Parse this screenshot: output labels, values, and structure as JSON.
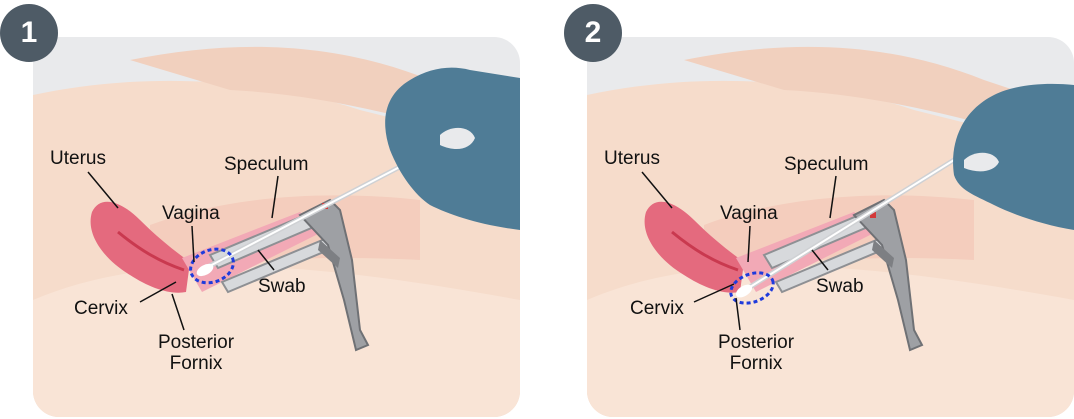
{
  "panels": [
    {
      "number": "1",
      "labels": {
        "uterus": "Uterus",
        "vagina": "Vagina",
        "speculum": "Speculum",
        "swab": "Swab",
        "cervix": "Cervix",
        "posterior_fornix_line1": "Posterior",
        "posterior_fornix_line2": "Fornix"
      },
      "swab_tip_location": "vagina"
    },
    {
      "number": "2",
      "labels": {
        "uterus": "Uterus",
        "vagina": "Vagina",
        "speculum": "Speculum",
        "swab": "Swab",
        "cervix": "Cervix",
        "posterior_fornix_line1": "Posterior",
        "posterior_fornix_line2": "Fornix"
      },
      "swab_tip_location": "posterior fornix"
    }
  ],
  "colors": {
    "panel_bg": "#e9eaec",
    "skin": "#f6dccb",
    "uterus": "#e46a7e",
    "vagina": "#f2a9b6",
    "glove": "#4f7c96",
    "speculum": "#8e9094",
    "badge": "#4e5b66",
    "highlight": "#1f3bdc"
  }
}
